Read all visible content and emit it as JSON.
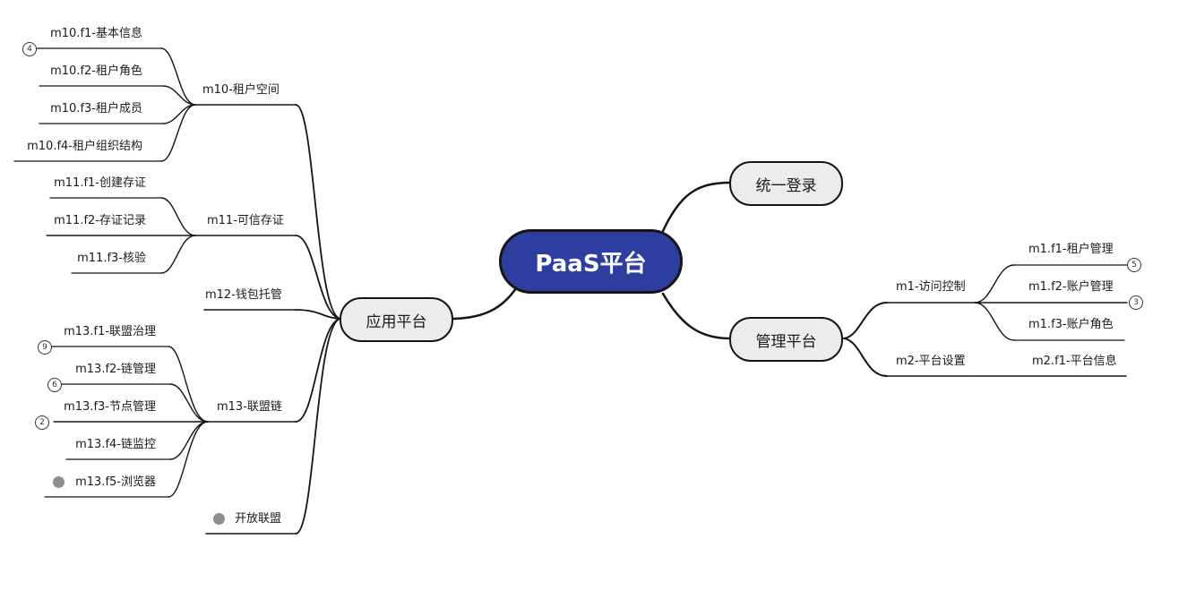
{
  "root": {
    "label": "PaaS平台"
  },
  "branches": {
    "login": {
      "label": "统一登录"
    },
    "management": {
      "label": "管理平台",
      "m1": {
        "label": "m1-访问控制",
        "items": [
          {
            "label": "m1.f1-租户管理",
            "badge": "5"
          },
          {
            "label": "m1.f2-账户管理",
            "badge": "3"
          },
          {
            "label": "m1.f3-账户角色"
          }
        ]
      },
      "m2": {
        "label": "m2-平台设置",
        "items": [
          {
            "label": "m2.f1-平台信息"
          }
        ]
      }
    },
    "application": {
      "label": "应用平台",
      "m10": {
        "label": "m10-租户空间",
        "items": [
          {
            "label": "m10.f1-基本信息",
            "badge": "4"
          },
          {
            "label": "m10.f2-租户角色"
          },
          {
            "label": "m10.f3-租户成员"
          },
          {
            "label": "m10.f4-租户组织结构"
          }
        ]
      },
      "m11": {
        "label": "m11-可信存证",
        "items": [
          {
            "label": "m11.f1-创建存证"
          },
          {
            "label": "m11.f2-存证记录"
          },
          {
            "label": "m11.f3-核验"
          }
        ]
      },
      "m12": {
        "label": "m12-钱包托管"
      },
      "m13": {
        "label": "m13-联盟链",
        "items": [
          {
            "label": "m13.f1-联盟治理",
            "badge": "9"
          },
          {
            "label": "m13.f2-链管理",
            "badge": "6"
          },
          {
            "label": "m13.f3-节点管理",
            "badge": "2"
          },
          {
            "label": "m13.f4-链监控"
          },
          {
            "label": "m13.f5-浏览器",
            "marker": "gray-dot"
          }
        ]
      },
      "open": {
        "label": "开放联盟",
        "marker": "gray-dot"
      }
    }
  },
  "colors": {
    "root_fill": "#2e3ea0",
    "node_fill": "#ececec",
    "line": "#151515",
    "dot": "#8f8f8f"
  }
}
